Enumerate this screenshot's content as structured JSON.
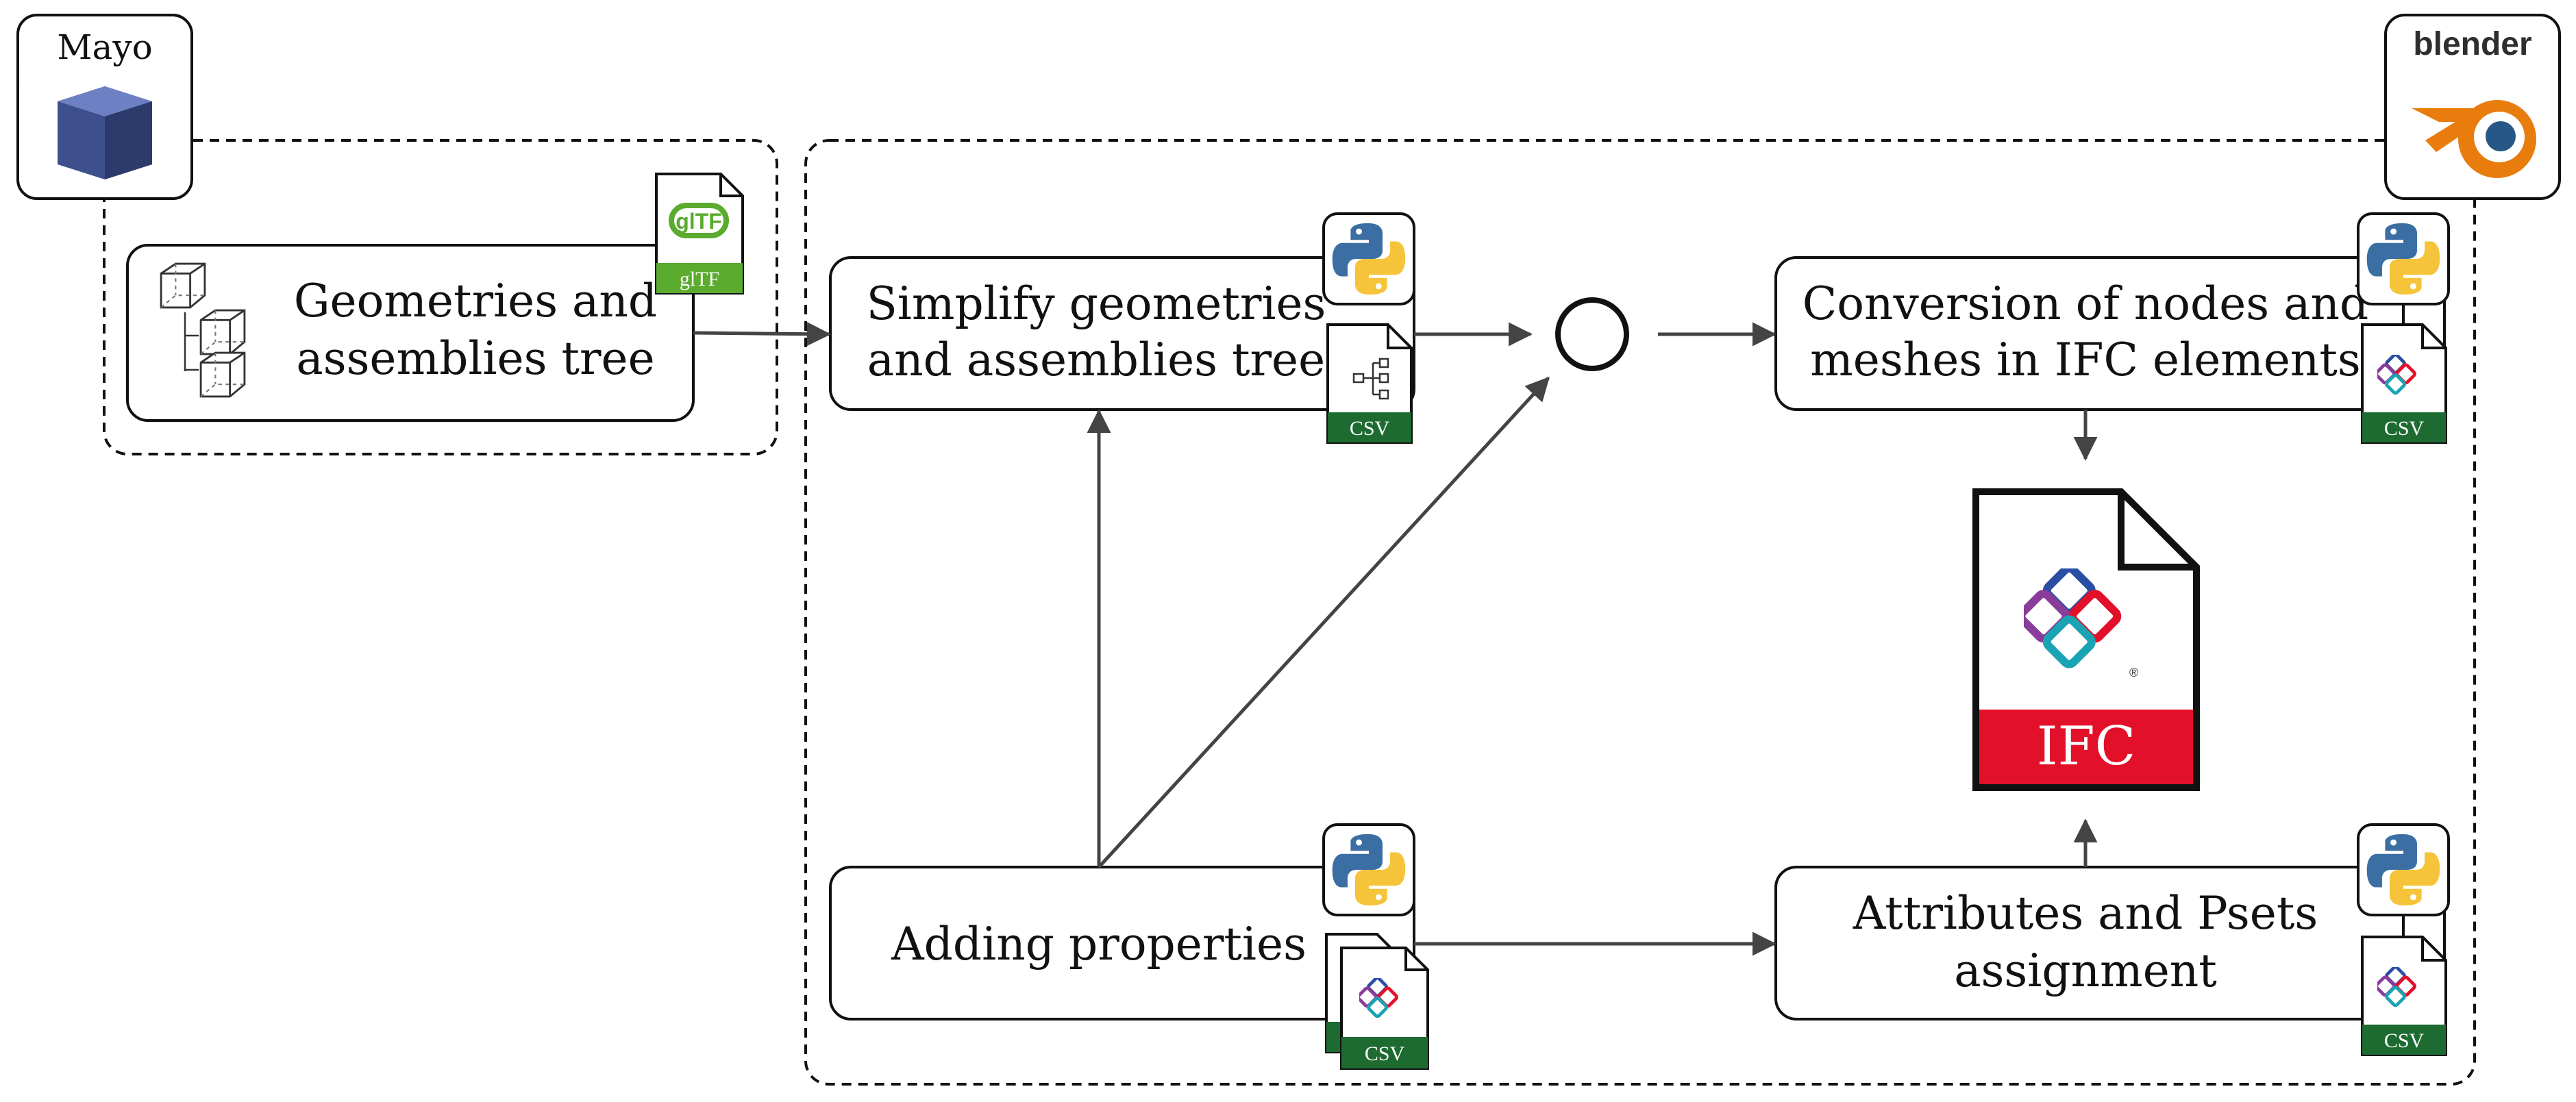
{
  "colors": {
    "stroke": "#111111",
    "arrow": "#444444",
    "csv_green": "#1e6b32",
    "gltf_green": "#5aab2e",
    "ifc_red": "#e3102a",
    "python_blue": "#3b6fa3",
    "python_yellow": "#f5c43a",
    "blender_orange": "#e87d0d",
    "blender_blue": "#265787",
    "mayo_cube": "#3d4f8c"
  },
  "apps": {
    "mayo": {
      "label": "Mayo",
      "icon": "cube-icon"
    },
    "blender": {
      "label": "blender",
      "icon": "blender-logo-icon"
    }
  },
  "nodes": {
    "geometries": {
      "line1": "Geometries and",
      "line2": "assemblies tree",
      "icon": "gltf-file-icon"
    },
    "simplify": {
      "line1": "Simplify geometries",
      "line2": "and assemblies tree",
      "icon": "python-icon"
    },
    "adding": {
      "line1": "Adding properties",
      "icon": "python-icon"
    },
    "conversion": {
      "line1": "Conversion of nodes and",
      "line2": "meshes in IFC elements",
      "icon": "python-icon"
    },
    "attributes": {
      "line1": "Attributes and Psets",
      "line2": "assignment",
      "icon": "python-icon"
    }
  },
  "files": {
    "gltf": "glTF",
    "csv": "CSV",
    "ifc": "IFC"
  }
}
